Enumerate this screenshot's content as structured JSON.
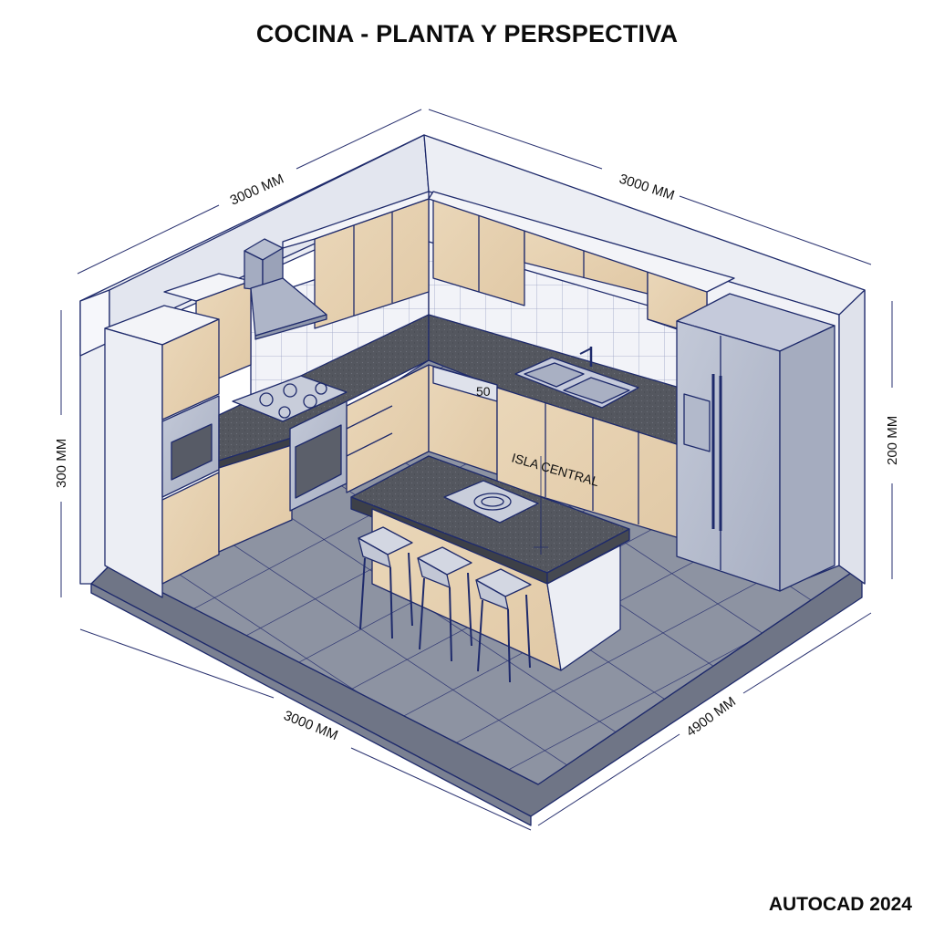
{
  "drawing": {
    "title": "COCINA - PLANTA Y PERSPECTIVA",
    "software": "AUTOCAD 2024",
    "view": "isometric perspective"
  },
  "dimensions": {
    "top_left_wall": "3000 MM",
    "top_right_wall": "3000 MM",
    "left_height": "300 MM",
    "right_height": "200 MM",
    "bottom_left": "3000 MM",
    "bottom_right": "4900 MM"
  },
  "labels": {
    "island": "ISLA CENTRAL",
    "dishwasher_display": "50"
  },
  "elements": [
    {
      "name": "tall-oven-column",
      "type": "cabinet",
      "appliance": "built-in oven"
    },
    {
      "name": "range-hood",
      "type": "appliance"
    },
    {
      "name": "gas-range",
      "type": "appliance",
      "burners": 5
    },
    {
      "name": "upper-cabinets",
      "type": "cabinet"
    },
    {
      "name": "lower-cabinets",
      "type": "cabinet"
    },
    {
      "name": "double-sink",
      "type": "fixture"
    },
    {
      "name": "dishwasher",
      "type": "appliance"
    },
    {
      "name": "side-by-side-fridge",
      "type": "appliance",
      "features": [
        "water dispenser"
      ]
    },
    {
      "name": "kitchen-island",
      "type": "island",
      "features": [
        "induction cooktop"
      ]
    },
    {
      "name": "bar-stool",
      "type": "furniture",
      "count": 3
    }
  ],
  "colors": {
    "line": "#1e2a6b",
    "wood": "#e8d3b4",
    "countertop": "#53565f",
    "floor_tile": "#8c92a0",
    "wall": "#eceef4",
    "steel": "#b5bccd",
    "text": "#111111"
  }
}
